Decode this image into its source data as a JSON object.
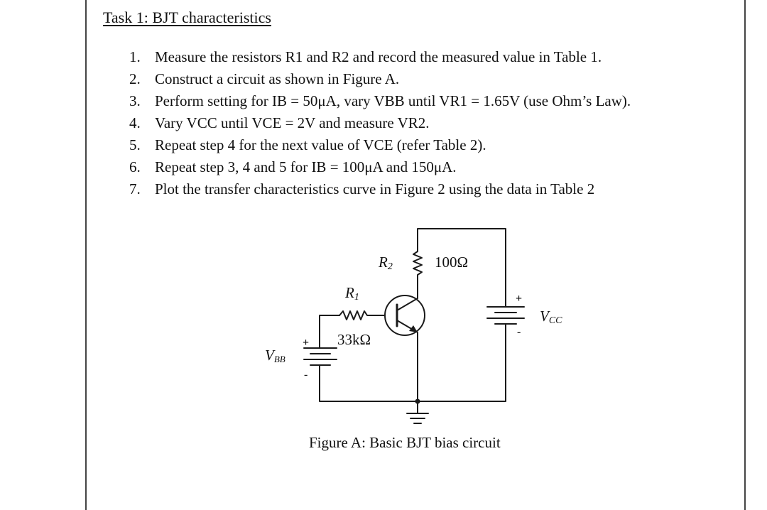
{
  "task": {
    "title": "Task 1: BJT characteristics"
  },
  "steps": [
    {
      "num": "1.",
      "text": "Measure the resistors R1 and R2 and record the measured value in Table 1."
    },
    {
      "num": "2.",
      "text": "Construct a circuit as shown in Figure A."
    },
    {
      "num": "3.",
      "text": "Perform setting for IB = 50μA, vary VBB until VR1 = 1.65V (use Ohm’s Law)."
    },
    {
      "num": "4.",
      "text": "Vary VCC until VCE = 2V and measure VR2."
    },
    {
      "num": "5.",
      "text": "Repeat step 4 for the next value of VCE (refer Table 2)."
    },
    {
      "num": "6.",
      "text": "Repeat step 3, 4 and 5 for IB = 100μA and 150μA."
    },
    {
      "num": "7.",
      "text": "Plot the transfer characteristics curve in Figure 2 using the data in Table 2"
    }
  ],
  "circuit": {
    "r2_label": "R",
    "r2_sub": "2",
    "r2_value": "100Ω",
    "r1_label": "R",
    "r1_sub": "1",
    "r1_value": "33kΩ",
    "vbb_label": "V",
    "vbb_sub": "BB",
    "vcc_label": "V",
    "vcc_sub": "CC",
    "plus": "+",
    "minus": "-"
  },
  "figure": {
    "caption": "Figure A: Basic BJT bias circuit"
  }
}
